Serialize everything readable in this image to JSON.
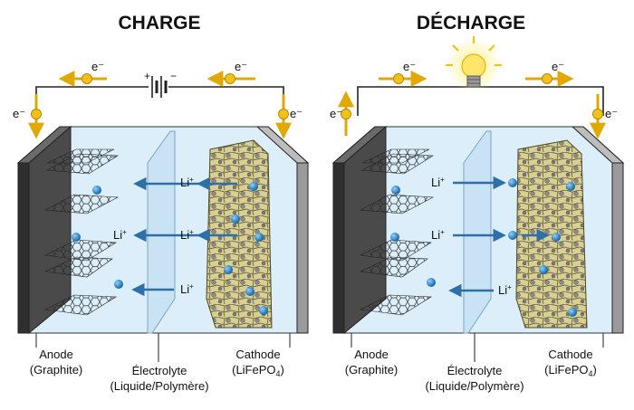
{
  "panels": [
    {
      "title": "CHARGE",
      "source": "battery",
      "electron_label": "e⁻",
      "ion_label": "Li",
      "ion_sup": "+",
      "ion_direction": "left",
      "labels": {
        "anode": [
          "Anode",
          "(Graphite)"
        ],
        "electrolyte": [
          "Électrolyte",
          "(Liquide/Polymère)"
        ],
        "cathode": [
          "Cathode",
          "(LiFePO",
          "4",
          ")"
        ]
      }
    },
    {
      "title": "DÉCHARGE",
      "source": "bulb",
      "electron_label": "e⁻",
      "ion_label": "Li",
      "ion_sup": "+",
      "ion_direction": "right",
      "labels": {
        "anode": [
          "Anode",
          "(Graphite)"
        ],
        "electrolyte": [
          "Électrolyte",
          "(Liquide/Polymère)"
        ],
        "cathode": [
          "Cathode",
          "(LiFePO",
          "4",
          ")"
        ]
      }
    }
  ],
  "colors": {
    "electrolyte": "#dbeefa",
    "electrode_dark": "#3a3a3a",
    "electrode_light": "#9a9a9a",
    "arrow_blue": "#2f6fa8",
    "ion_blue": "#1f7fc9",
    "electron_yellow": "#f3c21a",
    "cathode_tan": "#c9bd7a"
  }
}
